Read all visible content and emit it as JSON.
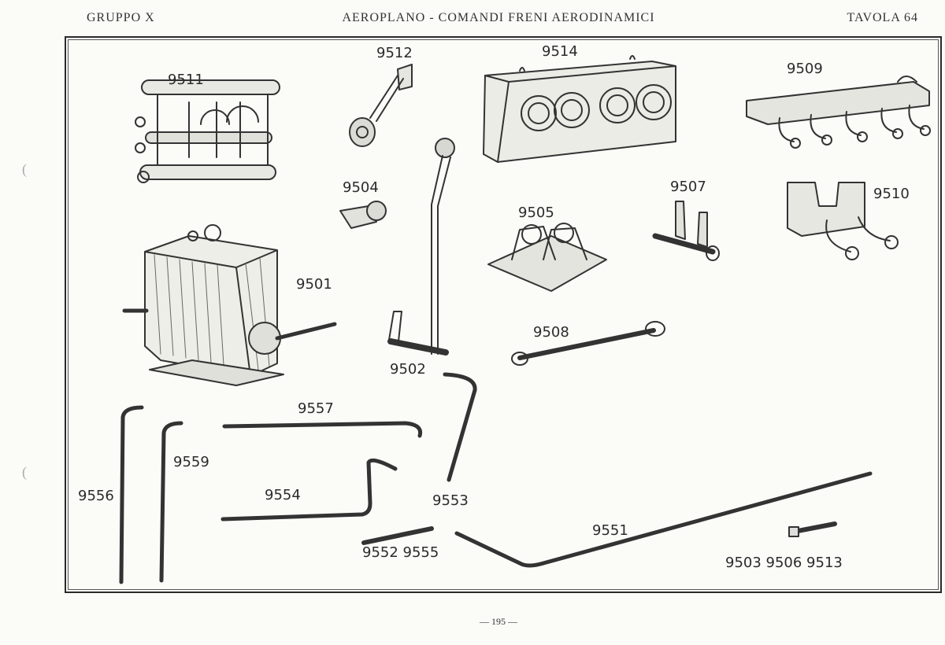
{
  "header": {
    "left": "GRUPPO X",
    "center": "AEROPLANO - COMANDI FRENI AERODINAMICI",
    "right": "TAVOLA 64"
  },
  "parts": {
    "p9511": "9511",
    "p9512": "9512",
    "p9514": "9514",
    "p9509": "9509",
    "p9504": "9504",
    "p9507": "9507",
    "p9510": "9510",
    "p9505": "9505",
    "p9501": "9501",
    "p9508": "9508",
    "p9502": "9502",
    "p9557": "9557",
    "p9559": "9559",
    "p9556": "9556",
    "p9554": "9554",
    "p9553": "9553",
    "p9551": "9551",
    "p9552_9555": "9552 9555",
    "p9503_9506_9513": "9503 9506 9513"
  },
  "footer": {
    "page": "— 195 —"
  },
  "margin_marks": [
    "(",
    "("
  ]
}
